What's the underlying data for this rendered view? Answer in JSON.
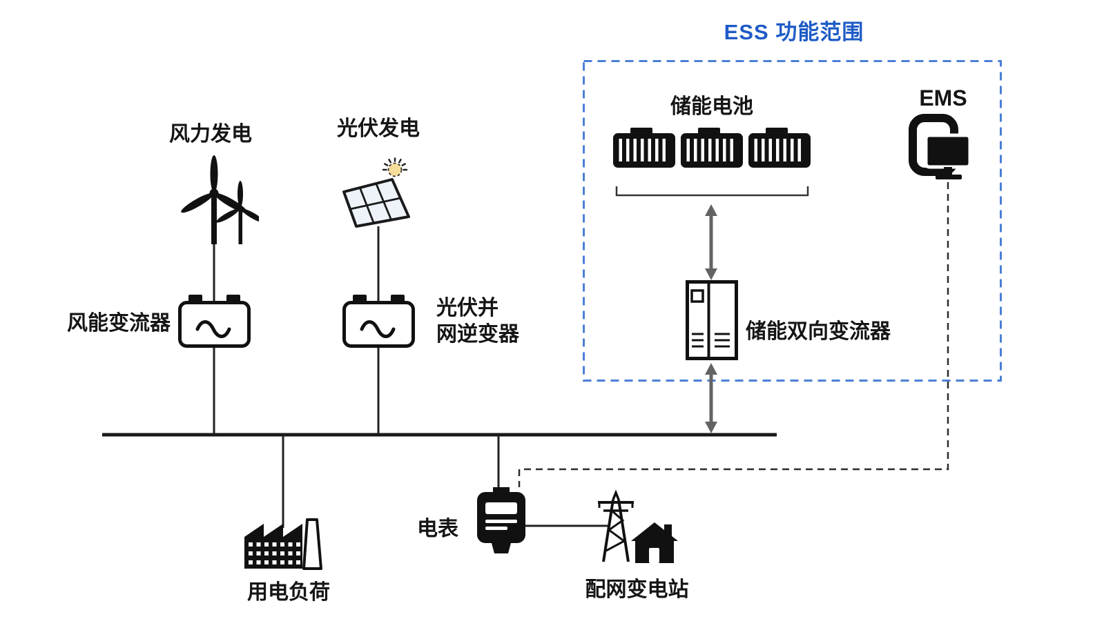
{
  "diagram_title": "ESS 功能范围",
  "labels": {
    "ess_scope": "ESS 功能范围",
    "wind_generation": "风力发电",
    "pv_generation": "光伏发电",
    "wind_converter": "风能变流器",
    "pv_inverter": "光伏并\n网逆变器",
    "storage_battery": "储能电池",
    "ems": "EMS",
    "bidirectional_converter": "储能双向变流器",
    "meter": "电表",
    "load": "用电负荷",
    "substation": "配网变电站"
  },
  "icons": [
    "wind-turbine-icon",
    "solar-panel-icon",
    "wind-converter-icon",
    "pv-inverter-icon",
    "storage-battery-icon",
    "ems-computer-icon",
    "bidirectional-converter-cabinet-icon",
    "electric-meter-icon",
    "factory-load-icon",
    "substation-tower-house-icon"
  ],
  "colors": {
    "accent_blue": "#4a7fd6",
    "title_blue": "#1e5bc6",
    "line_dark": "#1f1f1f",
    "arrow_gray": "#636363",
    "icon_black": "#111111",
    "sun_yellow": "#f7dd9b"
  },
  "connections": [
    "wind-turbine -> wind-converter",
    "wind-converter -> ac-bus",
    "pv-panel -> pv-inverter",
    "pv-inverter -> ac-bus",
    "battery <-> bidirectional-converter",
    "bidirectional-converter <-> ac-bus",
    "ac-bus -> load",
    "ac-bus -> meter",
    "meter -> substation",
    "ems -- meter (dashed control line)"
  ]
}
